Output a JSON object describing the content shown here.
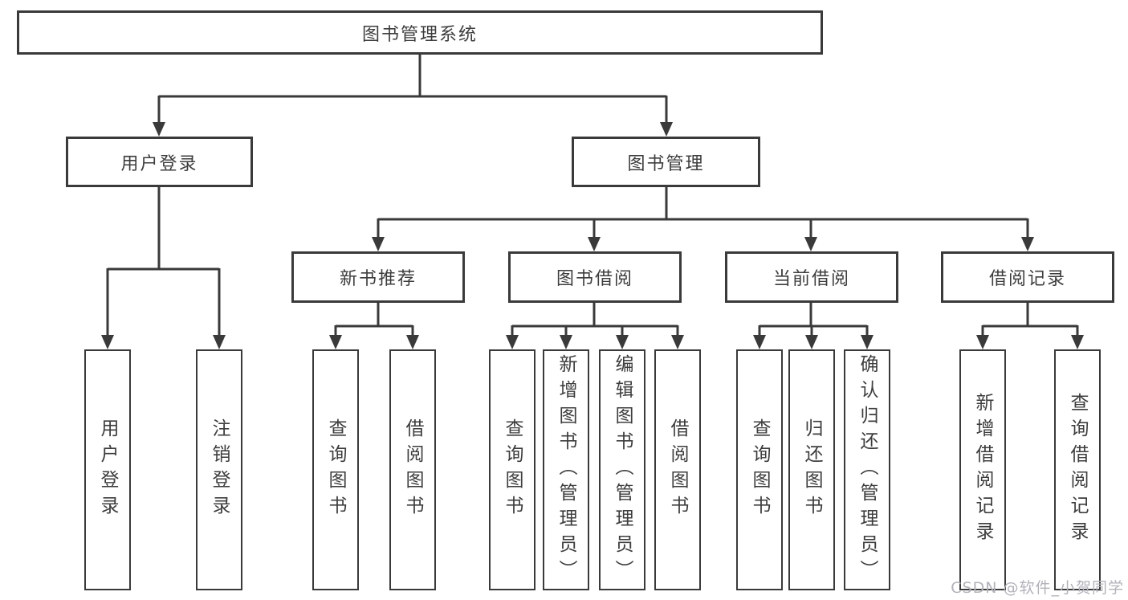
{
  "diagram": {
    "title_node": {
      "label": "图书管理系统"
    },
    "level2": [
      {
        "label": "用户登录"
      },
      {
        "label": "图书管理"
      }
    ],
    "level3": [
      {
        "label": "新书推荐"
      },
      {
        "label": "图书借阅"
      },
      {
        "label": "当前借阅"
      },
      {
        "label": "借阅记录"
      }
    ],
    "leaves": {
      "user_login": [
        {
          "label": "用户登录"
        },
        {
          "label": "注销登录"
        }
      ],
      "new_book": [
        {
          "label": "查询图书"
        },
        {
          "label": "借阅图书"
        }
      ],
      "book_borrow": [
        {
          "label": "查询图书"
        },
        {
          "label": "新增图书（管理员）"
        },
        {
          "label": "编辑图书（管理员）"
        },
        {
          "label": "借阅图书"
        }
      ],
      "current_borrow": [
        {
          "label": "查询图书"
        },
        {
          "label": "归还图书"
        },
        {
          "label": "确认归还（管理员）"
        }
      ],
      "borrow_record": [
        {
          "label": "新增借阅记录"
        },
        {
          "label": "查询借阅记录"
        }
      ]
    },
    "line_color": "#3a3a3a"
  },
  "watermark": {
    "text": "CSDN @软件_小贺同学"
  }
}
